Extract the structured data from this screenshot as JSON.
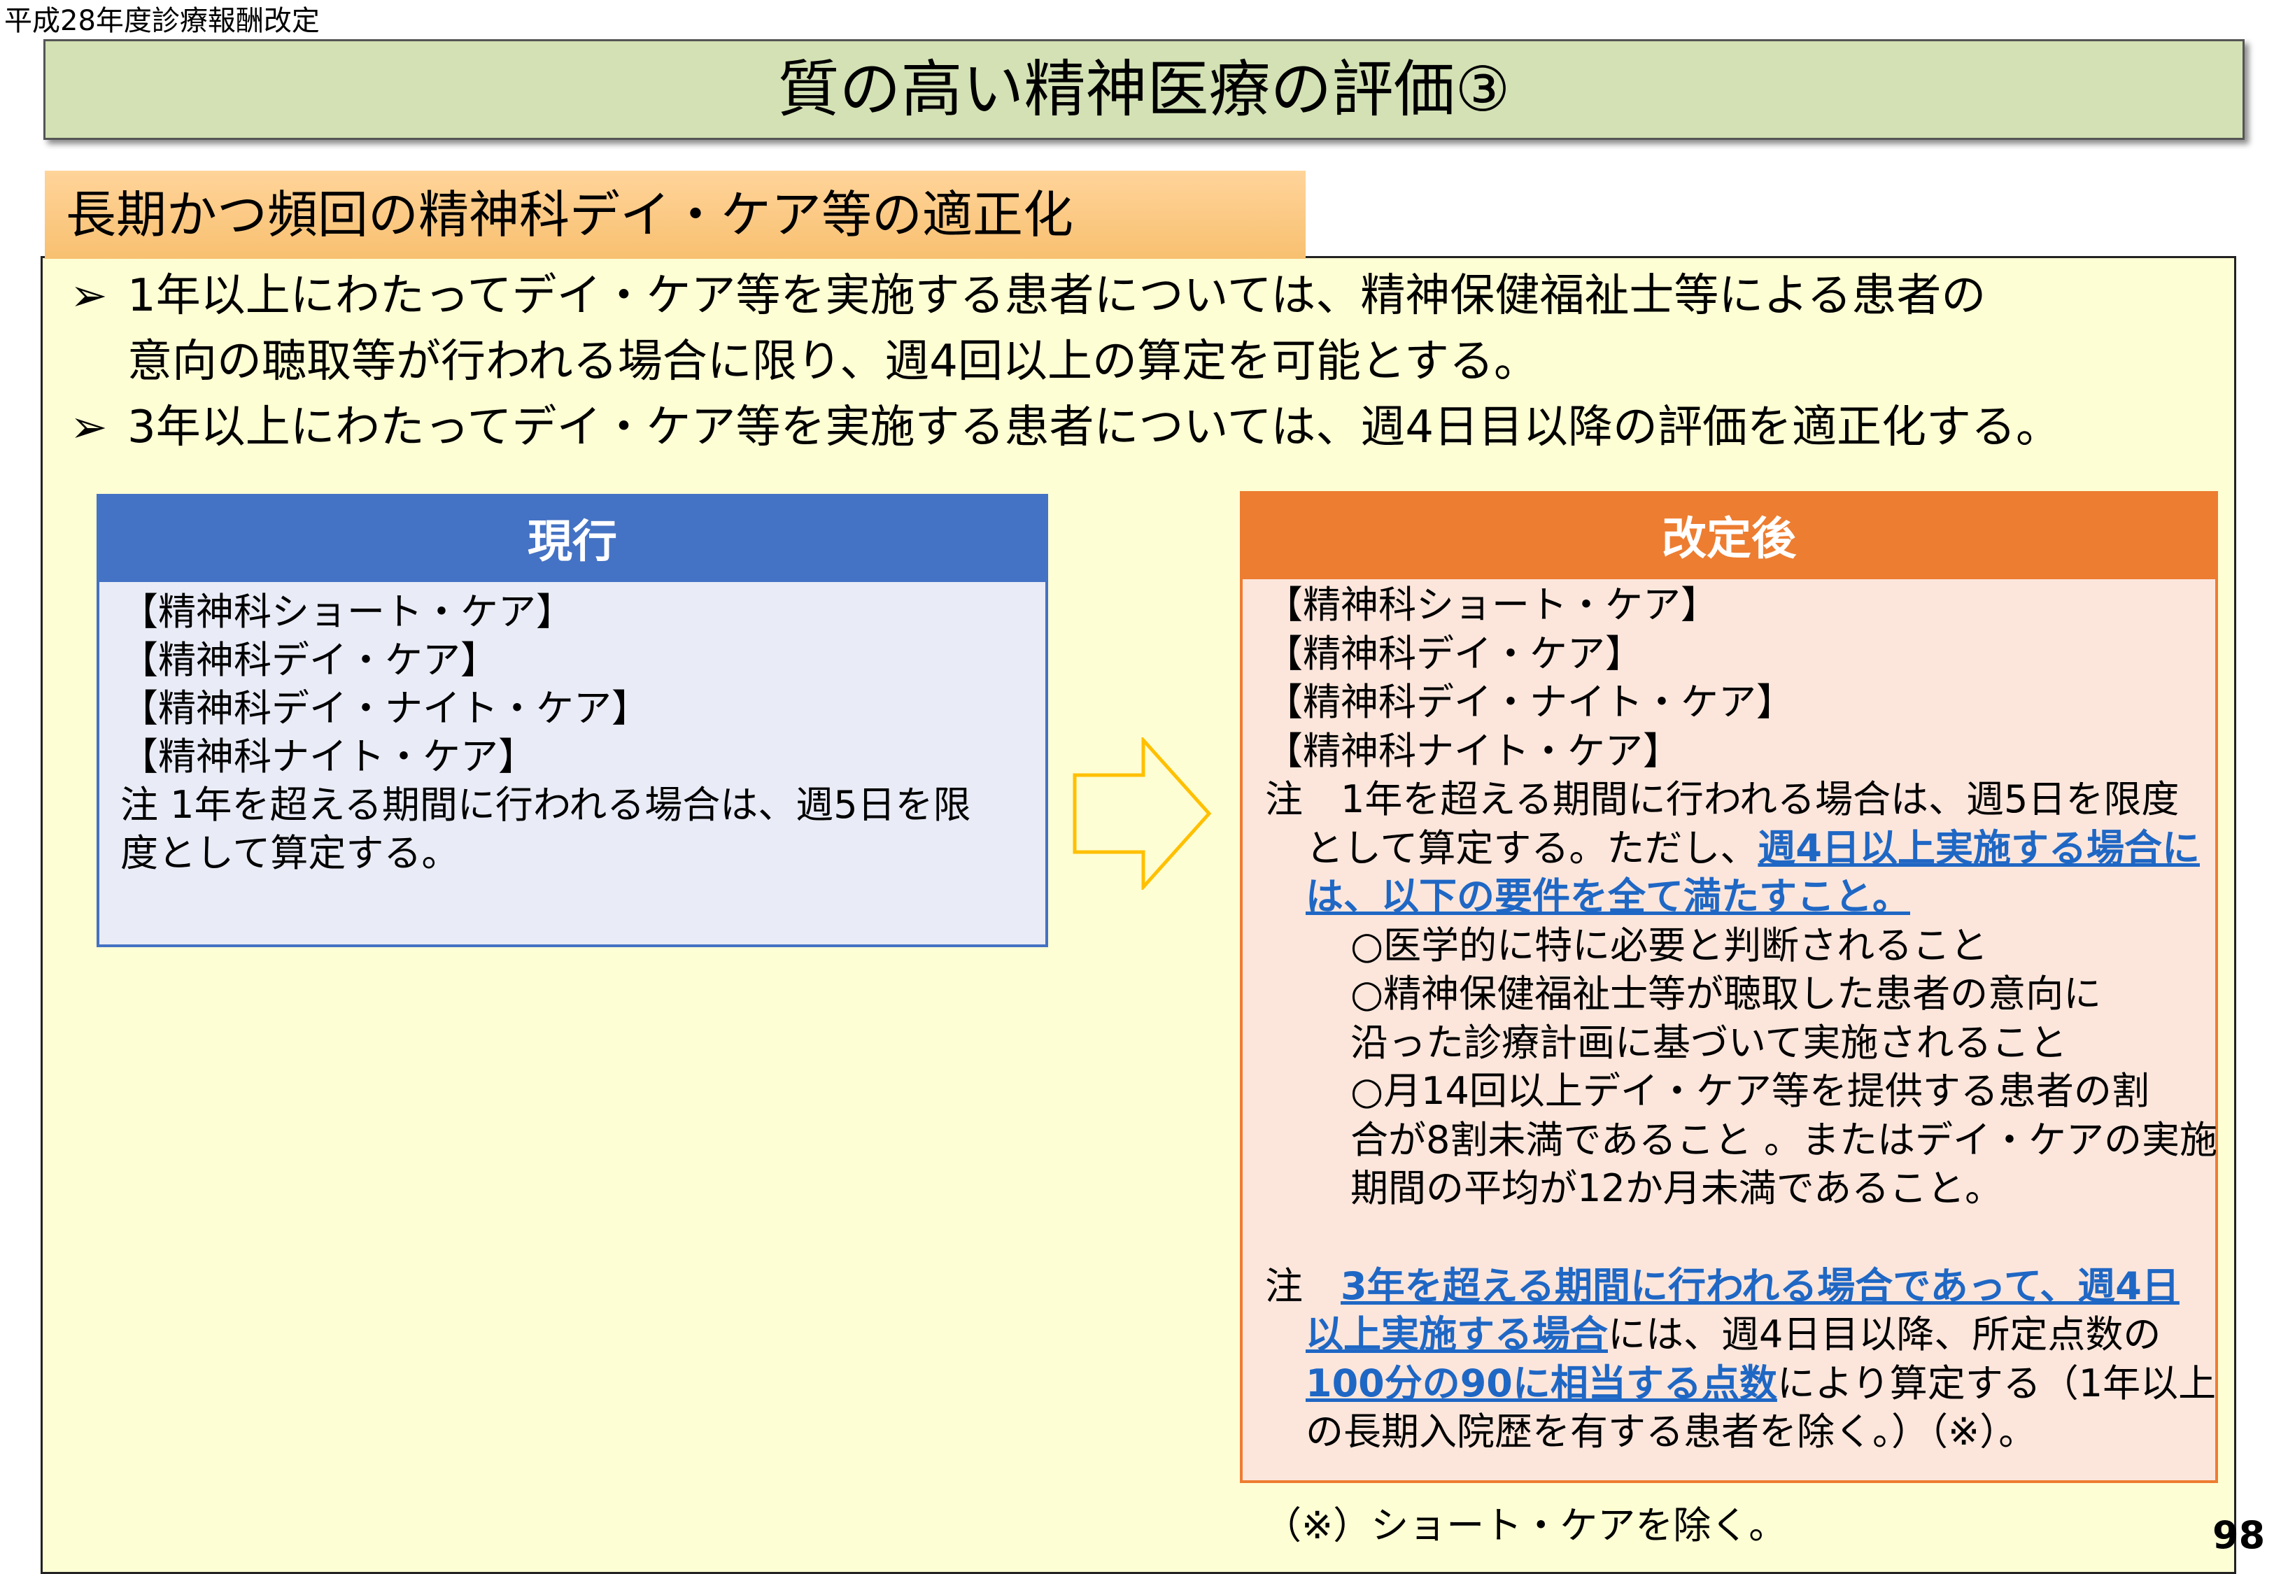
{
  "header": {
    "top_label": "平成28年度診療報酬改定",
    "title": "質の高い精神医療の評価③"
  },
  "section": {
    "heading": "長期かつ頻回の精神科デイ・ケア等の適正化"
  },
  "bullets": {
    "marker": "➢",
    "b1_line1": "1年以上にわたってデイ・ケア等を実施する患者については、精神保健福祉士等による患者の",
    "b1_line2": "意向の聴取等が行われる場合に限り、週4回以上の算定を可能とする。",
    "b2_line1": "3年以上にわたってデイ・ケア等を実施する患者については、週4日目以降の評価を適正化する。"
  },
  "current": {
    "header": "現行",
    "items": {
      "i0": "【精神科ショート・ケア】",
      "i1": "【精神科デイ・ケア】",
      "i2": "【精神科デイ・ナイト・ケア】",
      "i3": "【精神科ナイト・ケア】"
    },
    "note_line1": "注 1年を超える期間に行われる場合は、週5日を限",
    "note_line2": "度として算定する。"
  },
  "revised": {
    "header": "改定後",
    "items": {
      "i0": "【精神科ショート・ケア】",
      "i1": "【精神科デイ・ケア】",
      "i2": "【精神科デイ・ナイト・ケア】",
      "i3": "【精神科ナイト・ケア】"
    },
    "note1": {
      "l1": "注　1年を超える期間に行われる場合は、週5日を限度",
      "l2_plain": "として算定する。ただし、",
      "l2_hl": "週4日以上実施する場合に",
      "l3_hl": "は、以下の要件を全て満たすこと。",
      "req1": "○医学的に特に必要と判断されること",
      "req2_l1": "○精神保健福祉士等が聴取した患者の意向に",
      "req2_l2": "沿った診療計画に基づいて実施されること",
      "req3_l1": "○月14回以上デイ・ケア等を提供する患者の割",
      "req3_l2": "合が8割未満であること 。またはデイ・ケアの実施",
      "req3_l3": "期間の平均が12か月未満であること。"
    },
    "note2": {
      "prefix": "注　",
      "l1_hl": "3年を超える期間に行われる場合であって、週4日",
      "l2_hl": "以上実施する場合",
      "l2_plain": "には、週4日目以降、所定点数の",
      "l3_hl": "100分の90に相当する点数",
      "l3_plain": "により算定する（1年以上",
      "l4": "の長期入院歴を有する患者を除く。）（※）。"
    }
  },
  "footnote": "（※）ショート・ケアを除く。",
  "page_number": "98",
  "colors": {
    "title_bg": "#d3e1b4",
    "section_bg": "#f8c070",
    "main_bg": "#fefed4",
    "current_header": "#4472c4",
    "current_body": "#e9ecf6",
    "revised_header": "#ed7d31",
    "revised_body": "#fce6dc",
    "highlight": "#1f67c4",
    "arrow_outline": "#ffc000"
  }
}
